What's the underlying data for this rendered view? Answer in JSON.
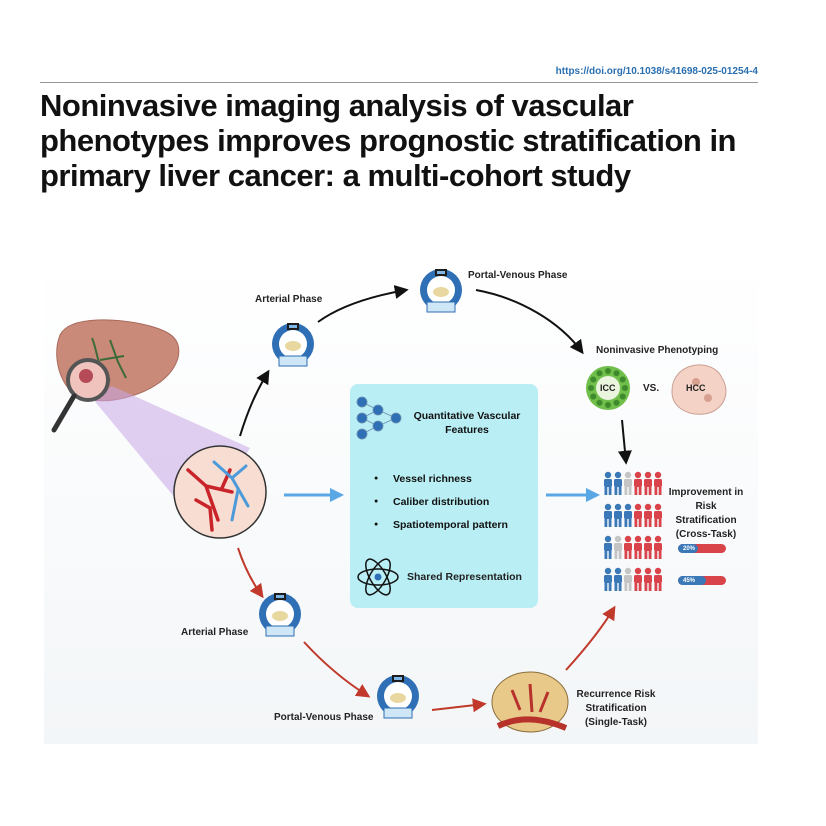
{
  "header": {
    "doi": "https://doi.org/10.1038/s41698-025-01254-4",
    "title": "Noninvasive imaging analysis of vascular phenotypes improves prognostic stratification in primary liver cancer: a multi-cohort study"
  },
  "diagram": {
    "upper_path": {
      "arterial_label": "Arterial Phase",
      "portal_label": "Portal-Venous Phase",
      "phenotyping_label": "Noninvasive Phenotyping",
      "icc_label": "ICC",
      "vs_label": "VS.",
      "hcc_label": "HCC"
    },
    "lower_path": {
      "arterial_label": "Arterial Phase",
      "portal_label": "Portal-Venous Phase",
      "recurrence_label": "Recurrence Risk Stratification (Single-Task)"
    },
    "center_panel": {
      "title": "Quantitative Vascular Features",
      "bullets": [
        "Vessel richness",
        "Caliber distribution",
        "Spatiotemporal pattern"
      ],
      "shared_label": "Shared Representation"
    },
    "right_panel": {
      "improvement_label": "Improvement in Risk Stratification (Cross-Task)",
      "bar1_pct": "20%",
      "bar2_pct": "45%"
    },
    "colors": {
      "panel_bg": "#b8eef4",
      "red_arrow": "#c0392b",
      "blue_arrow": "#5aa7e6",
      "person_blue": "#3b78b8",
      "person_red": "#d9434a",
      "person_gray": "#c4c4c4"
    }
  }
}
